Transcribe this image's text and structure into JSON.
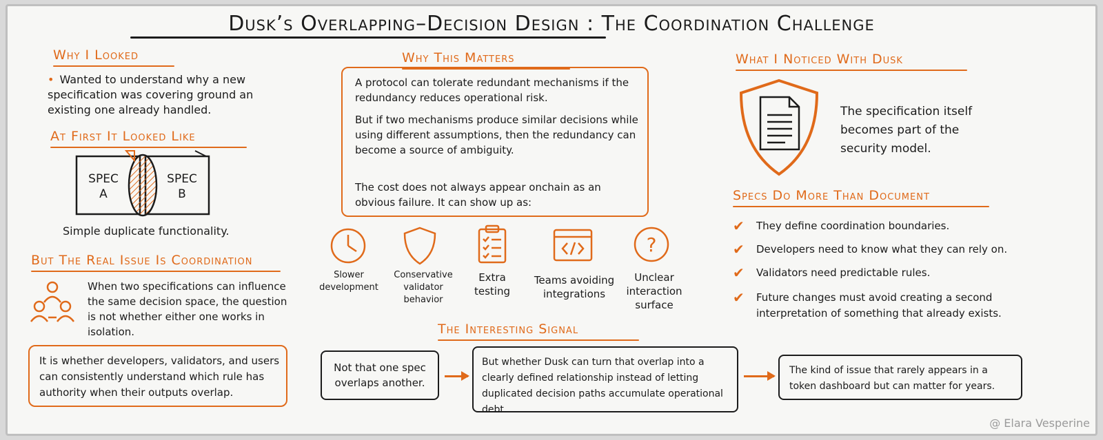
{
  "title": "Dusk’s Overlapping–Decision Design : The Coordination Challenge",
  "left": {
    "why_heading": "Why I Looked",
    "why_bullet": "Wanted to understand why a new specification was covering ground an existing one already handled.",
    "first_heading": "At First It Looked Like",
    "spec_a_line1": "SPEC",
    "spec_a_line2": "A",
    "spec_b_line1": "SPEC",
    "spec_b_line2": "B",
    "diagram_caption": "Simple duplicate functionality.",
    "real_heading": "But The Real Issue Is Coordination",
    "real_text": "When two specifications can influence the same decision space, the question is not whether either one works in isolation.",
    "callout": "It is whether developers, validators, and users can consistently understand which rule has authority when their outputs overlap."
  },
  "middle": {
    "matters_heading": "Why This Matters",
    "p1": "A protocol can tolerate redundant mechanisms if the redundancy reduces operational risk.",
    "p2": "But if two mechanisms produce similar decisions while using different assumptions, then the redundancy can become a source of ambiguity.",
    "p3": "The cost does not always appear onchain as an obvious failure. It can show up as:",
    "icons": [
      {
        "label_1": "Slower",
        "label_2": "development",
        "icon": "clock-icon"
      },
      {
        "label_1": "Conservative",
        "label_2": "validator",
        "label_3": "behavior",
        "icon": "shield-icon"
      },
      {
        "label_1": "Extra",
        "label_2": "testing",
        "icon": "clipboard-checklist-icon"
      },
      {
        "label_1": "Teams avoiding",
        "label_2": "integrations",
        "icon": "code-window-icon"
      },
      {
        "label_1": "Unclear",
        "label_2": "interaction",
        "label_3": "surface",
        "icon": "question-icon"
      }
    ],
    "signal_heading": "The Interesting Signal",
    "signal_box1": "Not that one spec overlaps another.",
    "signal_box2": "But whether Dusk can turn that overlap into a clearly defined relationship instead of letting duplicated decision paths accumulate operational debt.",
    "signal_box3": "The kind of issue that rarely appears in a token dashboard but can matter for years."
  },
  "right": {
    "noticed_heading": "What I Noticed With Dusk",
    "noticed_text": "The specification itself becomes part of the security model.",
    "specs_heading": "Specs Do More Than Document",
    "checks": [
      "They define coordination boundaries.",
      "Developers need to know what they can rely on.",
      "Validators need predictable rules.",
      "Future changes must avoid creating a second interpretation of something that already exists."
    ]
  },
  "watermark": "@ Elara Vesperine",
  "colors": {
    "accent": "#e06a1a",
    "ink": "#1b1b1b",
    "board": "#f7f7f5"
  }
}
